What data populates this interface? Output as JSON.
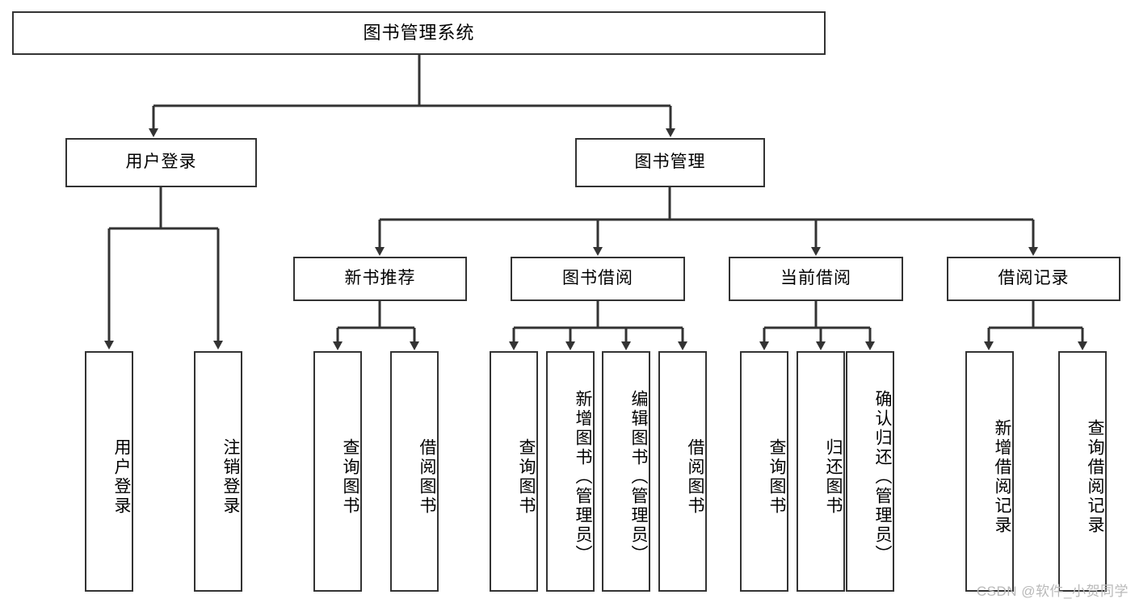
{
  "diagram": {
    "title": "图书管理系统",
    "type": "tree-hierarchy-chart",
    "watermark": "CSDN @软件_小贺同学",
    "colors": {
      "box_border": "#333333",
      "box_fill": "#ffffff",
      "edge": "#333333",
      "text": "#000000",
      "watermark": "#b9b9b9"
    },
    "nodes": {
      "root": {
        "label": "图书管理系统"
      },
      "level2": [
        {
          "id": "user-login",
          "label": "用户登录"
        },
        {
          "id": "book-manage",
          "label": "图书管理"
        }
      ],
      "level3": [
        {
          "id": "new-book-recommend",
          "label": "新书推荐"
        },
        {
          "id": "book-borrow",
          "label": "图书借阅"
        },
        {
          "id": "current-borrow",
          "label": "当前借阅"
        },
        {
          "id": "borrow-record",
          "label": "借阅记录"
        }
      ],
      "leaves": {
        "user-login": [
          {
            "id": "leaf-user-login",
            "label": "用户登录"
          },
          {
            "id": "leaf-logout",
            "label": "注销登录"
          }
        ],
        "new-book-recommend": [
          {
            "id": "leaf-query-book-1",
            "label": "查询图书"
          },
          {
            "id": "leaf-borrow-book-1",
            "label": "借阅图书"
          }
        ],
        "book-borrow": [
          {
            "id": "leaf-query-book-2",
            "label": "查询图书"
          },
          {
            "id": "leaf-add-book",
            "label": "新增图书（管理员）"
          },
          {
            "id": "leaf-edit-book",
            "label": "编辑图书（管理员）"
          },
          {
            "id": "leaf-borrow-book-2",
            "label": "借阅图书"
          }
        ],
        "current-borrow": [
          {
            "id": "leaf-query-book-3",
            "label": "查询图书"
          },
          {
            "id": "leaf-return-book",
            "label": "归还图书"
          },
          {
            "id": "leaf-confirm-return",
            "label": "确认归还（管理员）"
          }
        ],
        "borrow-record": [
          {
            "id": "leaf-add-record",
            "label": "新增借阅记录"
          },
          {
            "id": "leaf-query-record",
            "label": "查询借阅记录"
          }
        ]
      }
    }
  }
}
